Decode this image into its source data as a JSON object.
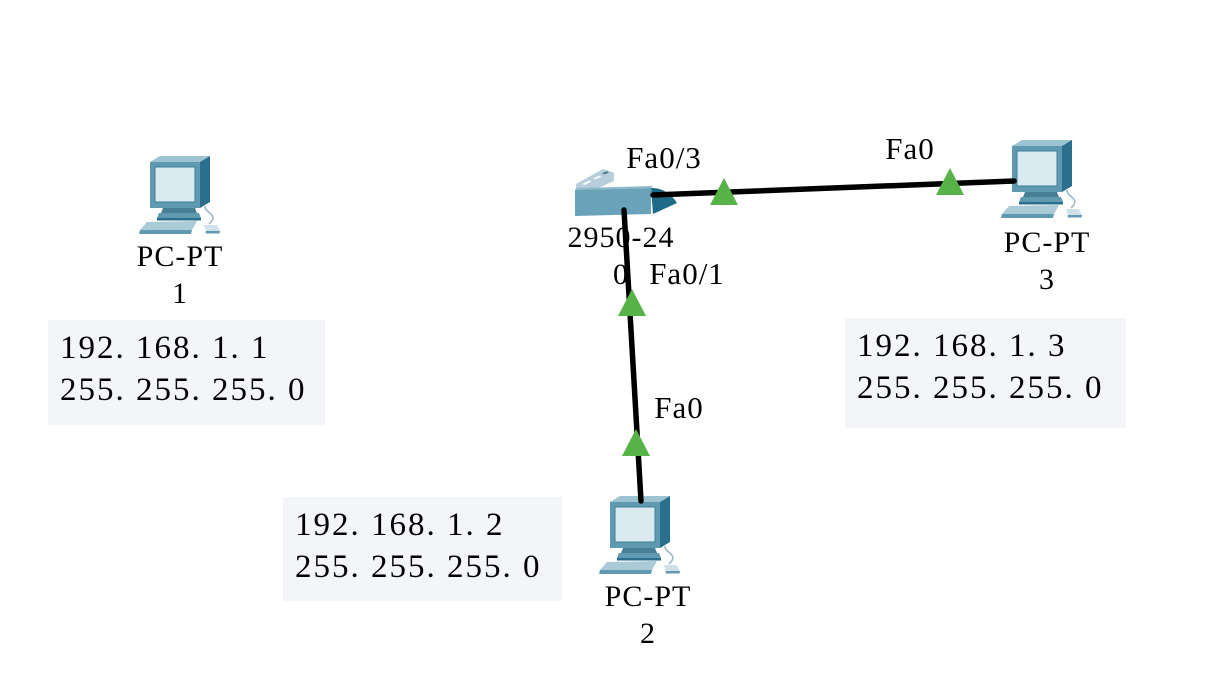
{
  "colors": {
    "background": "#ffffff",
    "cable": "#000000",
    "link_up_triangle": "#57b348",
    "note_background": "#f3f5f9",
    "text": "#000000",
    "pc_body": "#5f9ab0",
    "pc_body_dark": "#2a6f8e",
    "pc_body_light": "#9dc2d1",
    "pc_screen": "#d9eaf0",
    "pc_keyboard_top": "#a9cad6",
    "pc_mouse": "#cfe2ea",
    "switch_front": "#6aa2ba",
    "switch_side_dark": "#1d6b89",
    "switch_back_light": "#b6cfdb"
  },
  "devices": {
    "switch0": {
      "model": "2950-24",
      "name": "0"
    },
    "pc1": {
      "model": "PC-PT",
      "name": "1"
    },
    "pc2": {
      "model": "PC-PT",
      "name": "2"
    },
    "pc3": {
      "model": "PC-PT",
      "name": "3"
    }
  },
  "links": {
    "switch_pc3": {
      "switch_end_label": "Fa0/3",
      "pc_end_label": "Fa0"
    },
    "switch_pc2": {
      "switch_end_label": "Fa0/1",
      "pc_end_label": "Fa0"
    }
  },
  "notes": {
    "pc1": {
      "ip": "192. 168. 1. 1",
      "mask": "255. 255. 255. 0"
    },
    "pc2": {
      "ip": "192. 168. 1. 2",
      "mask": "255. 255. 255. 0"
    },
    "pc3": {
      "ip": "192. 168. 1. 3",
      "mask": "255. 255. 255. 0"
    }
  }
}
